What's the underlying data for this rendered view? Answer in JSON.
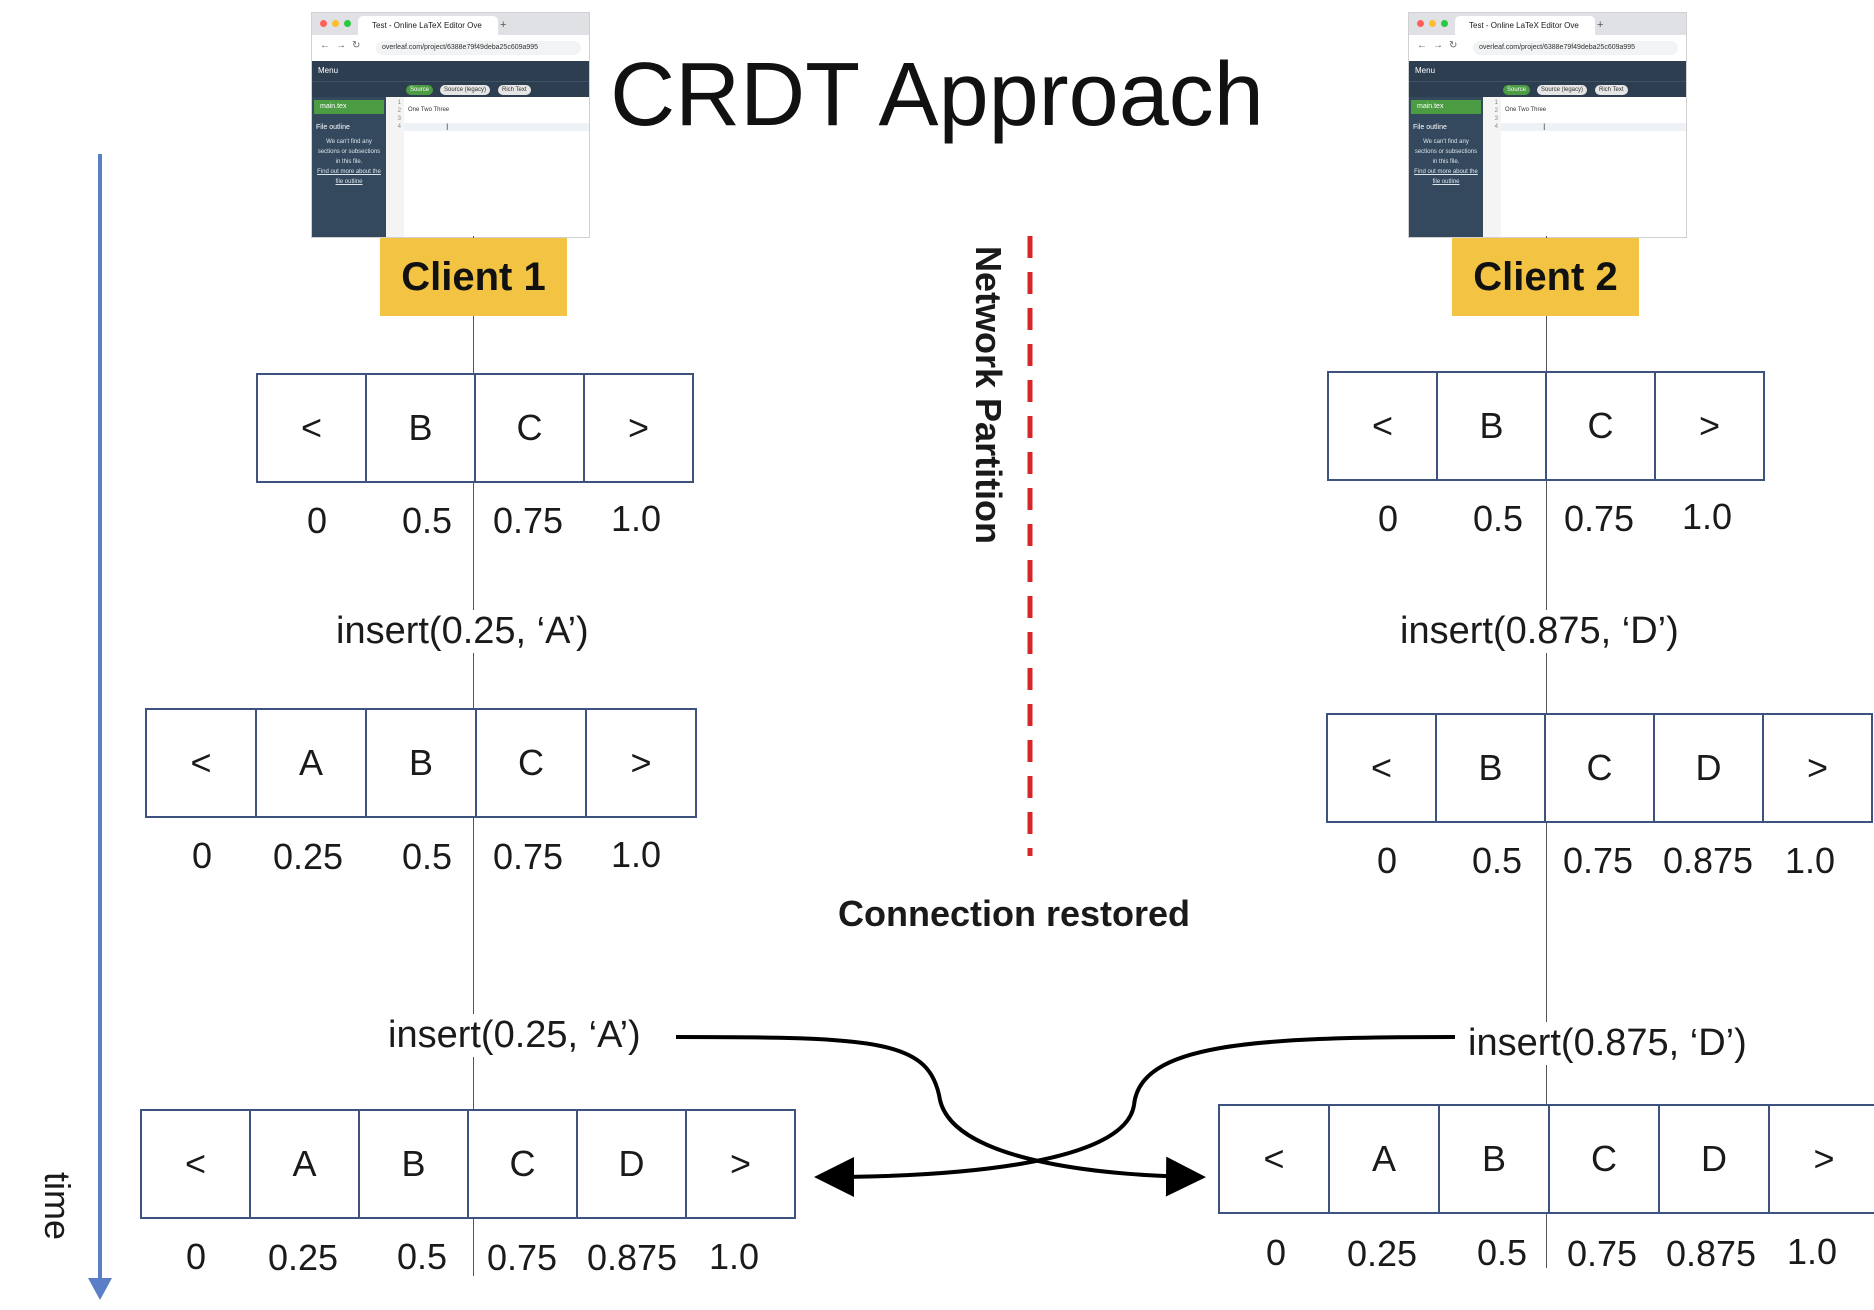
{
  "title": "CRDT Approach",
  "browser": {
    "tab_title": "Test - Online LaTeX Editor Ove",
    "url": "overleaf.com/project/6388e79f49deba25c609a995",
    "menu_label": "Menu",
    "source_tab": "Source",
    "source_legacy_tab": "Source (legacy)",
    "rich_text_tab": "Rich Text",
    "file_name": "main.tex",
    "file_outline": "File outline",
    "outline_message": "We can't find any sections or subsections in this file.",
    "outline_link": "Find out more about the file outline",
    "line_numbers": [
      "1",
      "2",
      "3",
      "4"
    ],
    "code_line": "One Two Three"
  },
  "client1": {
    "label": "Client 1",
    "state1": {
      "chars": [
        "<",
        "B",
        "C",
        ">"
      ],
      "positions": [
        "0",
        "0.5",
        "0.75",
        "1.0"
      ]
    },
    "op1": "insert(0.25, ‘A’)",
    "state2": {
      "chars": [
        "<",
        "A",
        "B",
        "C",
        ">"
      ],
      "positions": [
        "0",
        "0.25",
        "0.5",
        "0.75",
        "1.0"
      ]
    },
    "op2": "insert(0.25, ‘A’)",
    "state3": {
      "chars": [
        "<",
        "A",
        "B",
        "C",
        "D",
        ">"
      ],
      "positions": [
        "0",
        "0.25",
        "0.5",
        "0.75",
        "0.875",
        "1.0"
      ]
    }
  },
  "client2": {
    "label": "Client 2",
    "state1": {
      "chars": [
        "<",
        "B",
        "C",
        ">"
      ],
      "positions": [
        "0",
        "0.5",
        "0.75",
        "1.0"
      ]
    },
    "op1": "insert(0.875, ‘D’)",
    "state2": {
      "chars": [
        "<",
        "B",
        "C",
        "D",
        ">"
      ],
      "positions": [
        "0",
        "0.5",
        "0.75",
        "0.875",
        "1.0"
      ]
    },
    "op2": "insert(0.875, ‘D’)",
    "state3": {
      "chars": [
        "<",
        "A",
        "B",
        "C",
        "D",
        ">"
      ],
      "positions": [
        "0",
        "0.25",
        "0.5",
        "0.75",
        "0.875",
        "1.0"
      ]
    }
  },
  "network_partition": "Network Partition",
  "connection_restored": "Connection restored",
  "time_label": "time",
  "colors": {
    "client_label_bg": "#f3c443",
    "cell_border": "#3e527f",
    "partition_line": "#d62728",
    "time_arrow": "#5b7fc7"
  }
}
